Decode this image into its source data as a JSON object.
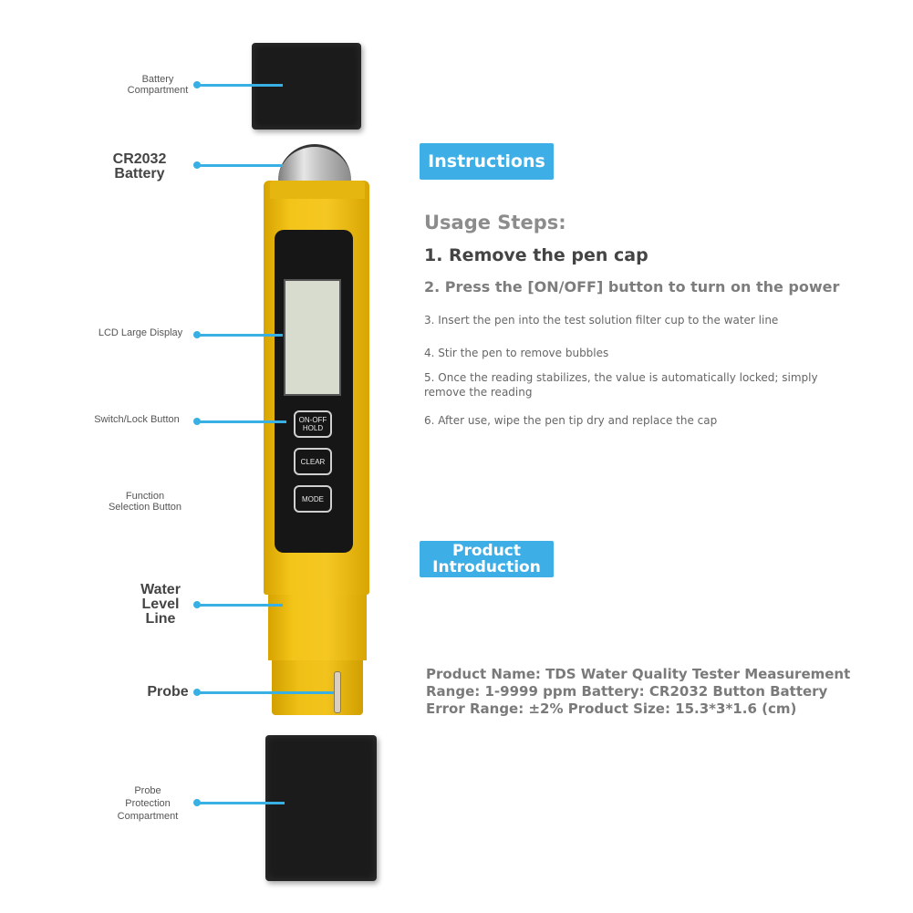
{
  "colors": {
    "accent": "#3dafe6",
    "pen_yellow": "#f3c419",
    "cap_black": "#1b1b1b"
  },
  "callouts": {
    "battery_compartment": "Battery\nCompartment",
    "cr2032_battery": "CR2032\nBattery",
    "lcd_display": "LCD Large Display",
    "switch_lock_button": "Switch/Lock Button",
    "function_selection_button": "Function\nSelection Button",
    "water_level_line": "Water\nLevel\nLine",
    "probe": "Probe",
    "probe_protection_compartment": "Probe\nProtection\nCompartment"
  },
  "device": {
    "button_on_off": "ON-OFF\nHOLD",
    "button_clear": "CLEAR",
    "button_mode": "MODE"
  },
  "instructions": {
    "badge": "Instructions",
    "heading": "Usage Steps:",
    "steps": [
      "1. Remove the pen cap",
      "2. Press the [ON/OFF] button to turn on the power",
      "3. Insert the pen into the test solution filter cup to the water line",
      "4. Stir the pen to remove bubbles",
      "5. Once the reading stabilizes, the value is automatically locked; simply remove the reading",
      "6. After use, wipe the pen tip dry and replace the cap"
    ]
  },
  "product": {
    "badge": "Product\nIntroduction",
    "description": "Product Name: TDS Water Quality Tester Measurement Range: 1-9999 ppm Battery: CR2032 Button Battery Error Range: ±2% Product Size: 15.3*3*1.6 (cm)"
  }
}
